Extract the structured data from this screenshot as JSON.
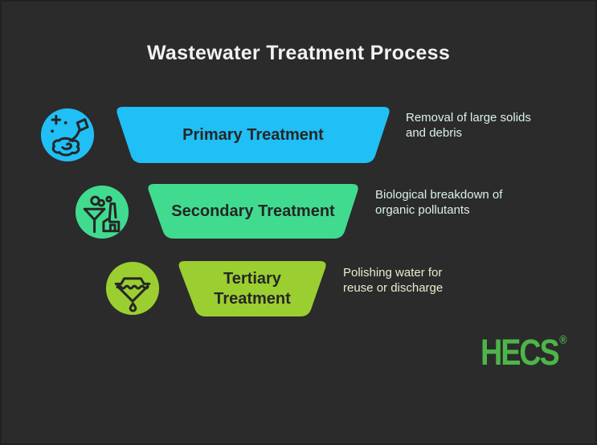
{
  "title": "Wastewater Treatment Process",
  "stages": [
    {
      "label": "Primary Treatment",
      "description_lines": [
        "Removal of large solids",
        "and debris"
      ],
      "color": "#20bff5",
      "icon": "debris-removal-icon"
    },
    {
      "label": "Secondary Treatment",
      "description_lines": [
        "Biological breakdown of",
        "organic pollutants"
      ],
      "color": "#41db90",
      "icon": "biological-breakdown-icon"
    },
    {
      "label": "Tertiary Treatment",
      "description_lines": [
        "Polishing water for",
        "reuse or discharge"
      ],
      "color": "#9bce30",
      "icon": "water-polishing-icon"
    }
  ],
  "brand": {
    "name": "HECS",
    "registered_mark": "®",
    "color": "#4cb648"
  },
  "theme": {
    "background": "#2b2b2b",
    "title_color": "#f2f2f2",
    "banner_text_color": "#262626"
  }
}
